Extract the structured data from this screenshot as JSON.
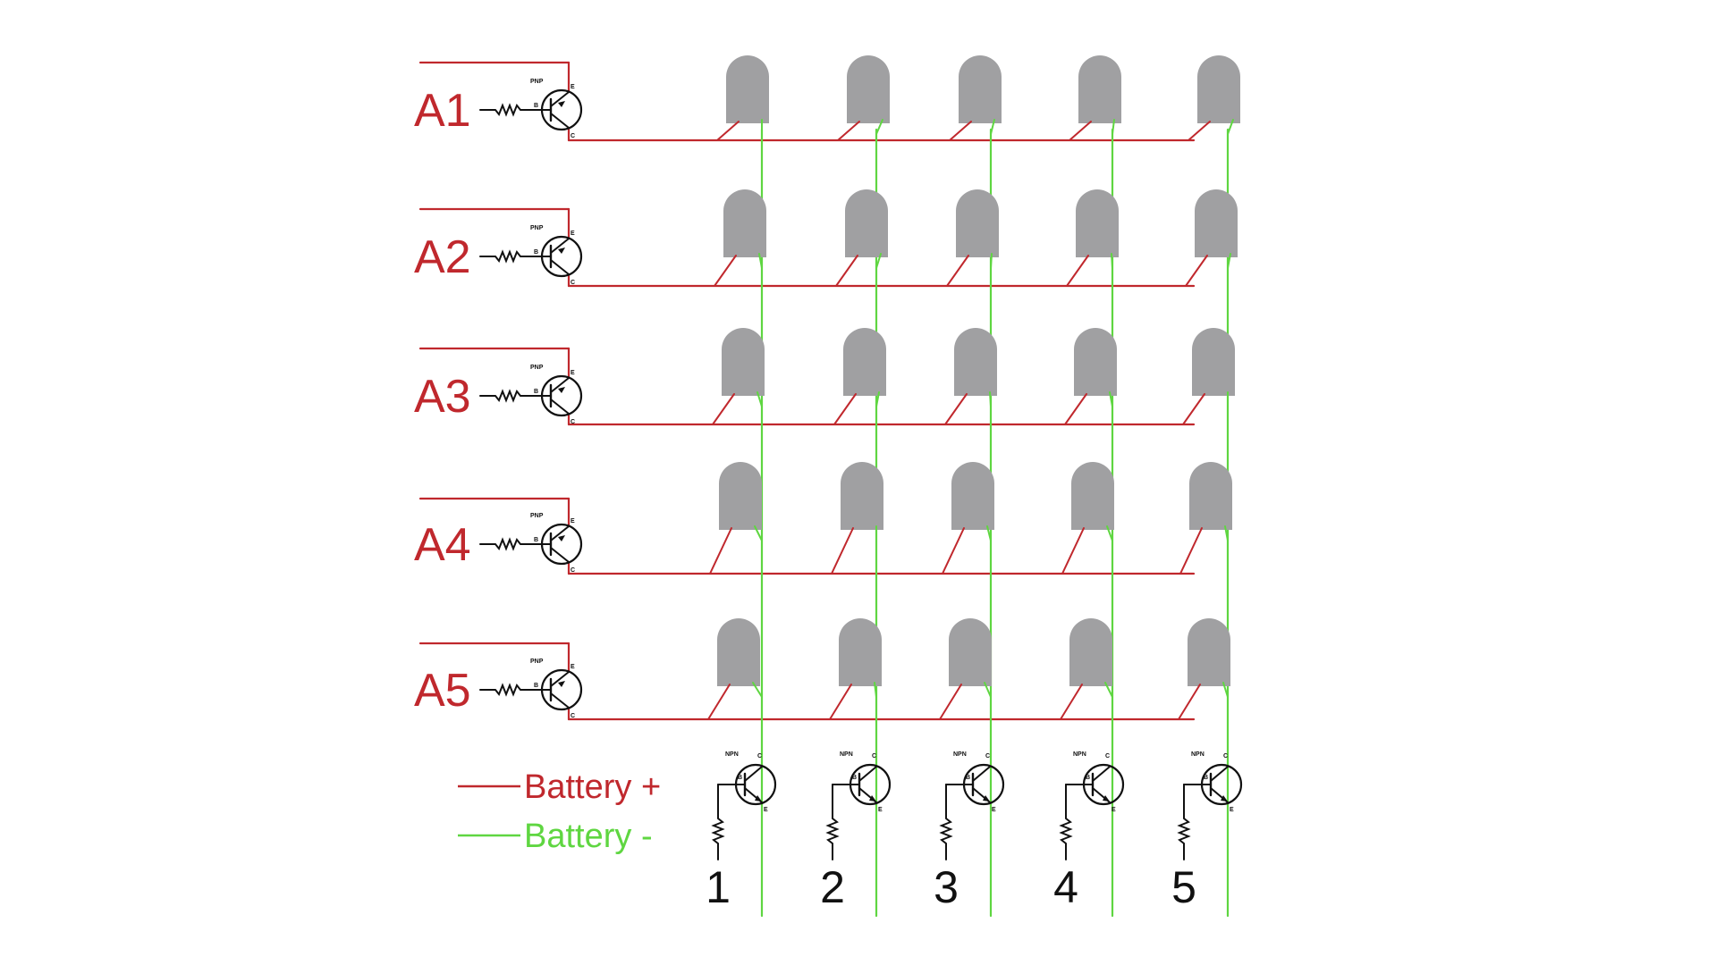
{
  "diagram": {
    "rows": [
      {
        "label": "A1",
        "transistor_type": "PNP"
      },
      {
        "label": "A2",
        "transistor_type": "PNP"
      },
      {
        "label": "A3",
        "transistor_type": "PNP"
      },
      {
        "label": "A4",
        "transistor_type": "PNP"
      },
      {
        "label": "A5",
        "transistor_type": "PNP"
      }
    ],
    "columns": [
      {
        "label": "1",
        "transistor_type": "NPN"
      },
      {
        "label": "2",
        "transistor_type": "NPN"
      },
      {
        "label": "3",
        "transistor_type": "NPN"
      },
      {
        "label": "4",
        "transistor_type": "NPN"
      },
      {
        "label": "5",
        "transistor_type": "NPN"
      }
    ],
    "pin_labels": {
      "emitter": "E",
      "base": "B",
      "collector": "C"
    },
    "legend": [
      {
        "label": "Battery +",
        "color": "#c0282d"
      },
      {
        "label": "Battery -",
        "color": "#5fd641"
      }
    ],
    "colors": {
      "positive_wire": "#c0282d",
      "negative_wire": "#5fd641",
      "led_body": "#a0a0a2",
      "component": "#111111",
      "row_label": "#c0282d",
      "column_label": "#111111"
    },
    "led_count": 25
  }
}
